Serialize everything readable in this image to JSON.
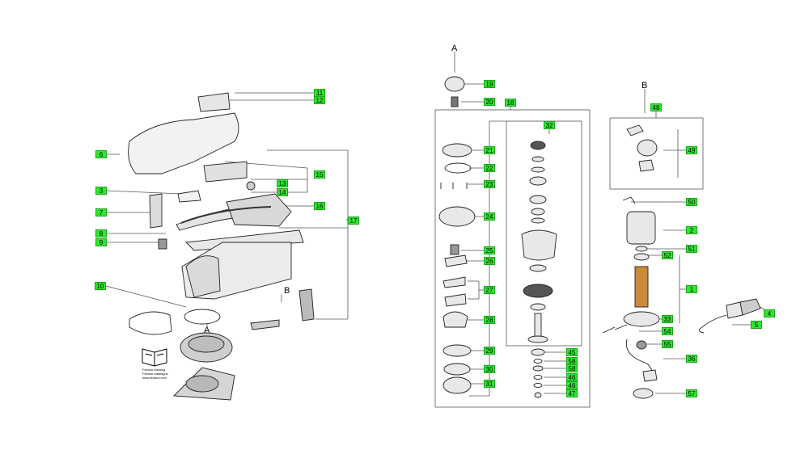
{
  "labels": {
    "p1": "1",
    "p2": "2",
    "p3": "3",
    "p4": "4",
    "p5": "5",
    "p6": "6",
    "p7": "7",
    "p8": "8",
    "p9": "9",
    "p10": "10",
    "p11": "11",
    "p12": "12",
    "p13": "13",
    "p14": "14",
    "p15": "15",
    "p16": "16",
    "p17": "17",
    "p18": "18",
    "p19": "19",
    "p20": "20",
    "p21": "21",
    "p22": "22",
    "p23": "23",
    "p24": "24",
    "p25": "25",
    "p26": "26",
    "p27": "27",
    "p28": "28",
    "p29": "29",
    "p30": "30",
    "p31": "31",
    "p32": "32",
    "p33": "33",
    "p36": "36",
    "p45": "45",
    "p46a": "46",
    "p46b": "46",
    "p47": "47",
    "p48": "48",
    "p49": "49",
    "p50": "50",
    "p51": "51",
    "p52": "52",
    "p54": "54",
    "p55": "55",
    "p57": "57",
    "p58a": "58",
    "p58b": "58"
  },
  "letters": {
    "a_top": "A",
    "a_bottom": "A",
    "b_top": "B",
    "b_mid": "B"
  },
  "catalog": {
    "line1": "Festool-Katalog",
    "line2": "Festool-catalogue",
    "line3": "www.festool.com"
  },
  "colors": {
    "tag_fill": "#2ee82e",
    "line": "#555555"
  }
}
